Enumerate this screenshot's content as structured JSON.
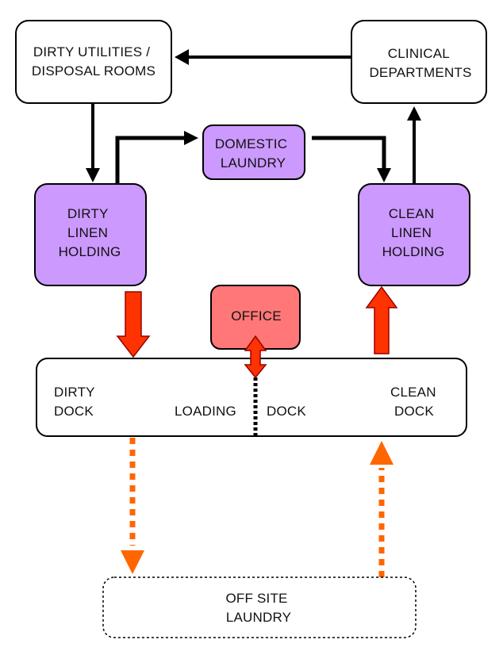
{
  "nodes": {
    "dirty_utilities": {
      "lines": [
        "DIRTY UTILITIES /",
        "DISPOSAL ROOMS"
      ]
    },
    "clinical_departments": {
      "lines": [
        "CLINICAL",
        "DEPARTMENTS"
      ]
    },
    "domestic_laundry": {
      "lines": [
        "DOMESTIC",
        "LAUNDRY"
      ]
    },
    "dirty_linen_holding": {
      "lines": [
        "DIRTY",
        "LINEN",
        "HOLDING"
      ]
    },
    "clean_linen_holding": {
      "lines": [
        "CLEAN",
        "LINEN",
        "HOLDING"
      ]
    },
    "office": {
      "lines": [
        "OFFICE"
      ]
    },
    "loading_dock": {
      "dirty_dock": [
        "DIRTY",
        "DOCK"
      ],
      "loading_label": "LOADING",
      "dock_label": "DOCK",
      "clean_dock": [
        "CLEAN",
        "DOCK"
      ]
    },
    "off_site_laundry": {
      "lines": [
        "OFF SITE",
        "LAUNDRY"
      ]
    }
  },
  "colors": {
    "lavender_fill": "#cc99ff",
    "office_fill": "#ff7777",
    "red_arrow": "#ff3300",
    "orange_dotted": "#ff6600",
    "black": "#000000"
  }
}
